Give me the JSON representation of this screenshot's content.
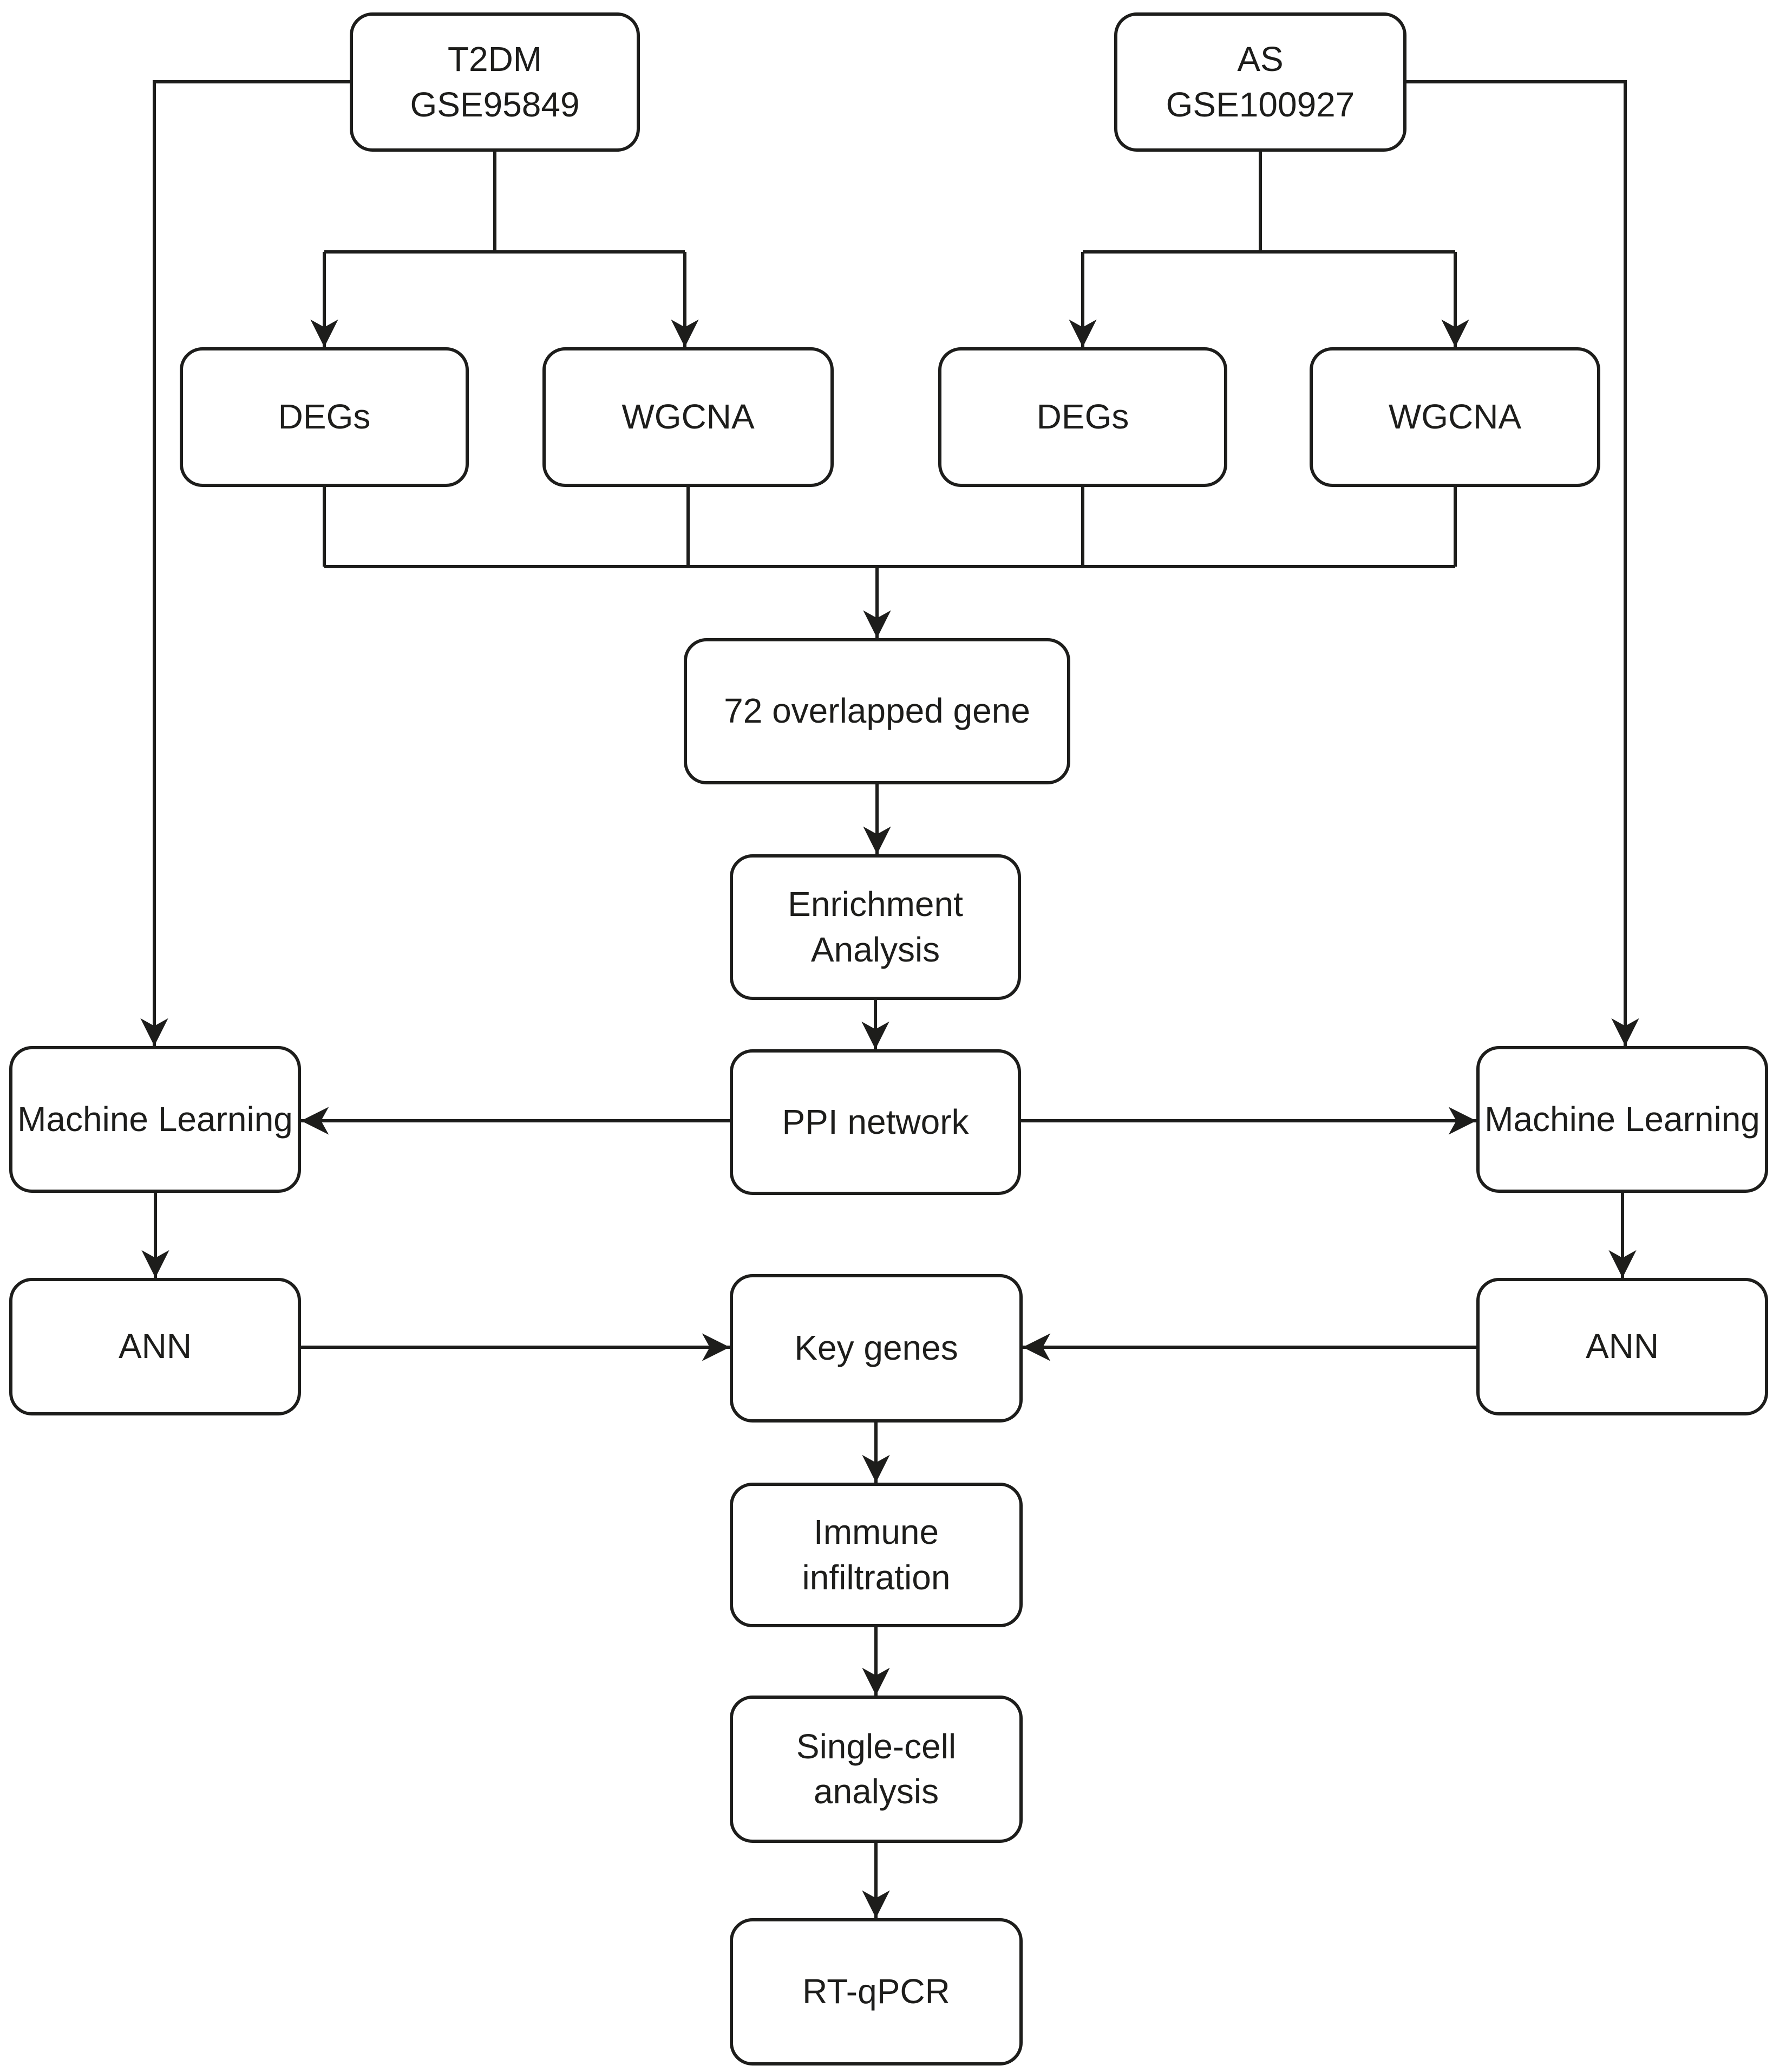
{
  "colors": {
    "stroke": "#1d1d1b",
    "text": "#1d1d1b",
    "background": "#ffffff"
  },
  "diagram": {
    "type": "flowchart",
    "nodes": {
      "t2dm": {
        "label": "T2DM\nGSE95849"
      },
      "as": {
        "label": "AS\nGSE100927"
      },
      "degs_t2dm": {
        "label": "DEGs"
      },
      "wgcna_t2dm": {
        "label": "WGCNA"
      },
      "degs_as": {
        "label": "DEGs"
      },
      "wgcna_as": {
        "label": "WGCNA"
      },
      "overlap": {
        "label": "72 overlapped gene"
      },
      "enrichment": {
        "label": "Enrichment\nAnalysis"
      },
      "ppi": {
        "label": "PPI network"
      },
      "ml_left": {
        "label": "Machine Learning"
      },
      "ml_right": {
        "label": "Machine Learning"
      },
      "ann_left": {
        "label": "ANN"
      },
      "ann_right": {
        "label": "ANN"
      },
      "key_genes": {
        "label": "Key genes"
      },
      "immune": {
        "label": "Immune\ninfiltration"
      },
      "single_cell": {
        "label": "Single-cell\nanalysis"
      },
      "rtqpcr": {
        "label": "RT-qPCR"
      }
    },
    "edges": [
      {
        "from": "t2dm",
        "to": "degs_t2dm"
      },
      {
        "from": "t2dm",
        "to": "wgcna_t2dm"
      },
      {
        "from": "as",
        "to": "degs_as"
      },
      {
        "from": "as",
        "to": "wgcna_as"
      },
      {
        "from": "t2dm",
        "to": "ml_left"
      },
      {
        "from": "as",
        "to": "ml_right"
      },
      {
        "from": "degs_t2dm",
        "to": "overlap"
      },
      {
        "from": "wgcna_t2dm",
        "to": "overlap"
      },
      {
        "from": "degs_as",
        "to": "overlap"
      },
      {
        "from": "wgcna_as",
        "to": "overlap"
      },
      {
        "from": "overlap",
        "to": "enrichment"
      },
      {
        "from": "enrichment",
        "to": "ppi"
      },
      {
        "from": "ppi",
        "to": "ml_left"
      },
      {
        "from": "ppi",
        "to": "ml_right"
      },
      {
        "from": "ml_left",
        "to": "ann_left"
      },
      {
        "from": "ml_right",
        "to": "ann_right"
      },
      {
        "from": "ann_left",
        "to": "key_genes"
      },
      {
        "from": "ann_right",
        "to": "key_genes"
      },
      {
        "from": "key_genes",
        "to": "immune"
      },
      {
        "from": "immune",
        "to": "single_cell"
      },
      {
        "from": "single_cell",
        "to": "rtqpcr"
      }
    ]
  }
}
